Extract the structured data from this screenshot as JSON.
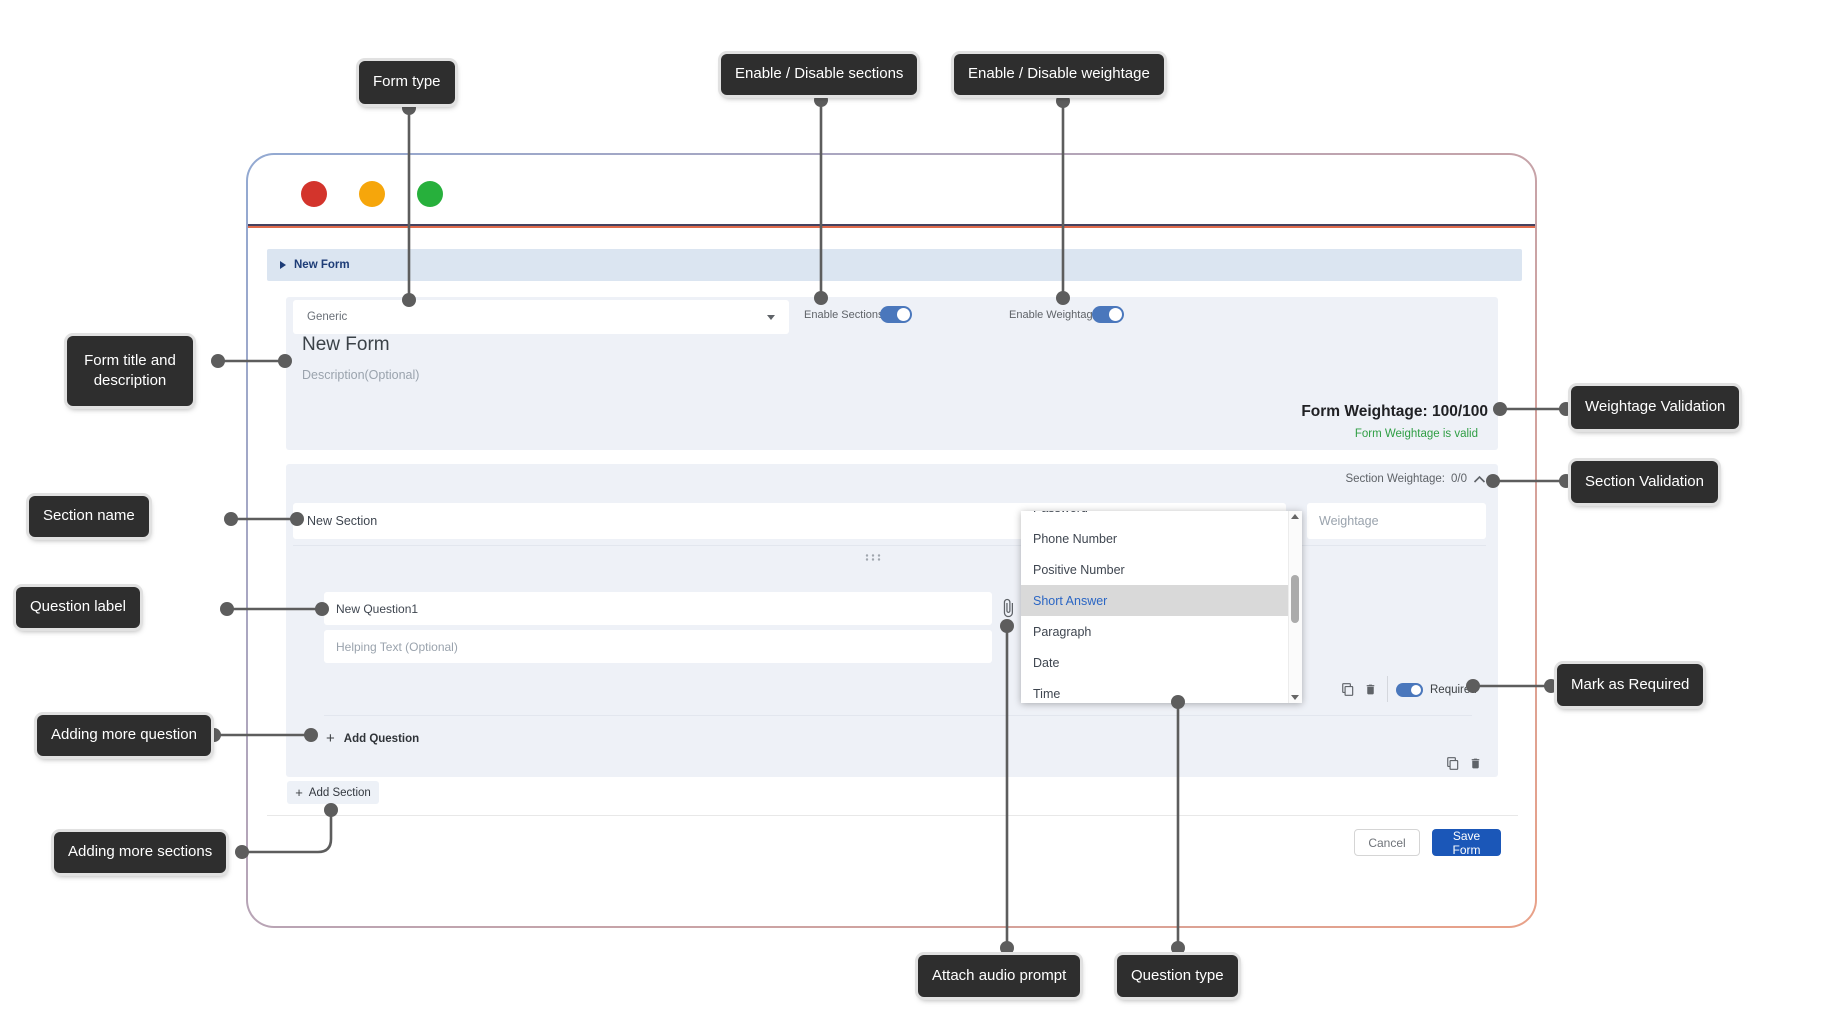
{
  "callouts": {
    "form_type": "Form type",
    "enable_sections": "Enable / Disable sections",
    "enable_weightage": "Enable / Disable weightage",
    "form_title_desc": "Form title and description",
    "weightage_validation": "Weightage Validation",
    "section_validation": "Section Validation",
    "section_name": "Section name",
    "question_label": "Question label",
    "mark_required": "Mark as Required",
    "add_question": "Adding more question",
    "add_sections": "Adding more sections",
    "attach_audio": "Attach audio prompt",
    "question_type": "Question type"
  },
  "window": {
    "breadcrumb": "New Form",
    "add_section_label": "Add Section"
  },
  "form": {
    "type_value": "Generic",
    "enable_sections_label": "Enable Sections",
    "enable_sections_on": true,
    "enable_weightage_label": "Enable Weightage",
    "enable_weightage_on": true,
    "title_value": "New Form",
    "description_placeholder": "Description(Optional)",
    "weightage_label": "Form Weightage:",
    "weightage_value": "100/100",
    "weightage_status": "Form Weightage is valid"
  },
  "section": {
    "weightage_label": "Section Weightage:",
    "weightage_value": "0/0",
    "name_value": "New Section",
    "weightage_placeholder": "Weightage",
    "add_question_label": "Add Question"
  },
  "question": {
    "label_value": "New Question1",
    "helping_placeholder": "Helping Text (Optional)",
    "required_label": "Required",
    "required_on": true
  },
  "dropdown": {
    "options": [
      "Password",
      "Phone Number",
      "Positive Number",
      "Short Answer",
      "Paragraph",
      "Date",
      "Time"
    ],
    "selected": "Short Answer"
  },
  "footer": {
    "cancel_label": "Cancel",
    "save_label": "Save Form"
  },
  "colors": {
    "save_button": "#1b57b8",
    "toggle_on": "#4a77bc",
    "valid_green": "#2f9e44",
    "callout_bg": "#2e2e2e",
    "selected_option_text": "#2b66c4",
    "traffic_red": "#d3342c",
    "traffic_yellow": "#f6a60b",
    "traffic_green": "#27b03c",
    "window_border_blue": "#92a9d2",
    "window_border_salmon": "#e9a188"
  }
}
